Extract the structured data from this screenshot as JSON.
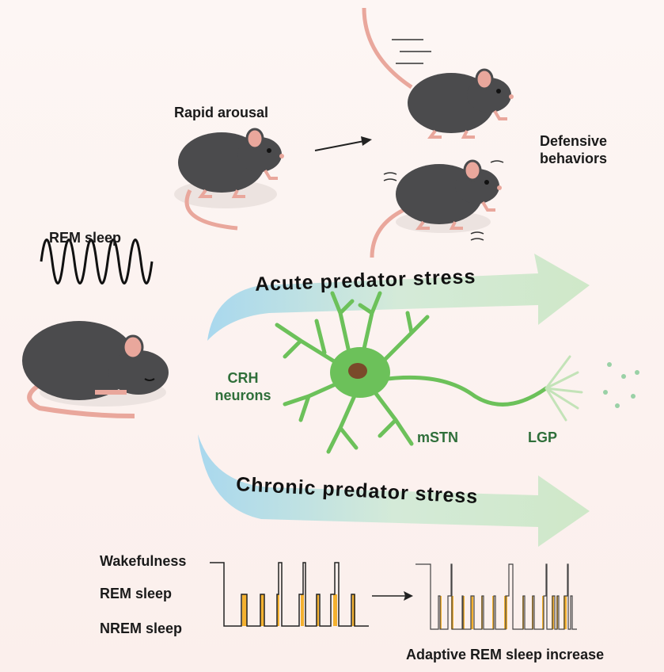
{
  "labels": {
    "rapid_arousal": "Rapid arousal",
    "defensive_behaviors": "Defensive behaviors",
    "rem_sleep_top": "REM sleep",
    "acute": "Acute predator stress",
    "chronic": "Chronic predator stress",
    "crh_neurons": "CRH neurons",
    "mstn": "mSTN",
    "lgp": "LGP",
    "wakefulness": "Wakefulness",
    "rem_sleep": "REM sleep",
    "nrem_sleep": "NREM sleep",
    "adaptive": "Adaptive REM sleep increase"
  },
  "colors": {
    "mouse_body": "#4b4b4d",
    "mouse_pink": "#e9a79c",
    "neuron": "#6cc15a",
    "nucleus": "#7a4a2a",
    "rem_bar": "#f4b130",
    "arrow_start": "#a9d8ee",
    "arrow_end": "#cfe8c8"
  }
}
